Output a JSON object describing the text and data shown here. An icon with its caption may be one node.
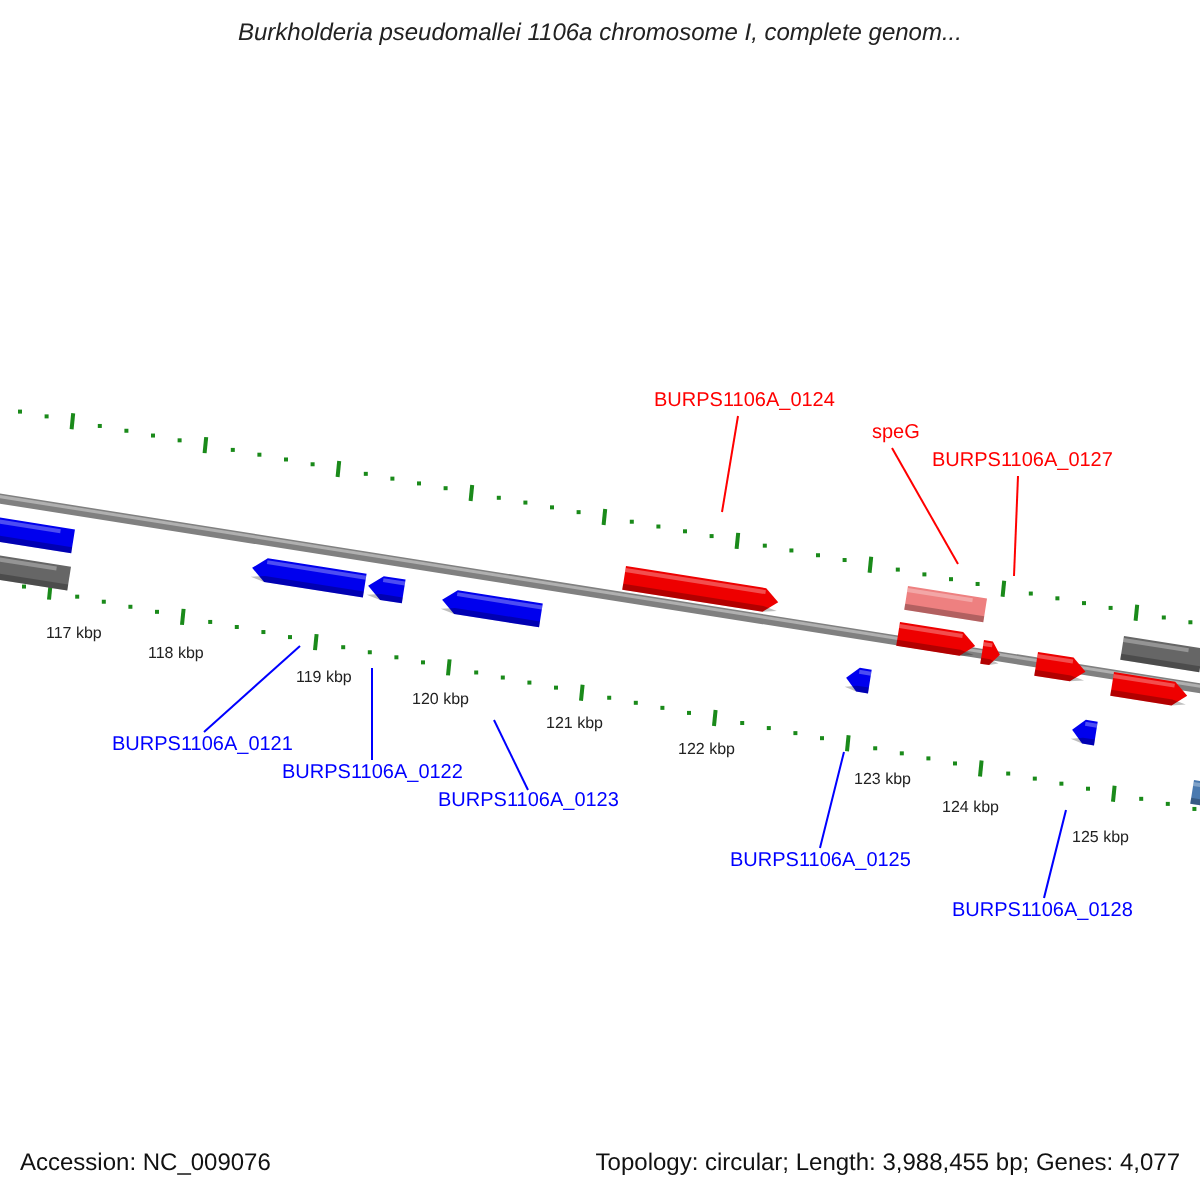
{
  "diagram": {
    "title": "Burkholderia pseudomallei 1106a chromosome I, complete genom...",
    "nodes": [
      {
        "text": [
          "BURPS1106A_0121"
        ]
      },
      {
        "text": [
          "BURPS1106A_0122"
        ]
      },
      {
        "text": [
          "BURPS1106A_0123"
        ]
      },
      {
        "text": [
          "BURPS1106A_0124"
        ]
      },
      {
        "text": [
          "speG"
        ]
      },
      {
        "text": [
          "BURPS1106A_0127"
        ]
      },
      {
        "text": [
          "BURPS1106A_0125"
        ]
      },
      {
        "text": [
          "BURPS1106A_0128"
        ]
      }
    ],
    "edges": [
      {
        "from": 0,
        "to": null,
        "arrow": "none",
        "color": "#0000ff"
      },
      {
        "from": 1,
        "to": null,
        "arrow": "none",
        "color": "#0000ff"
      },
      {
        "from": 2,
        "to": null,
        "arrow": "none",
        "color": "#0000ff"
      },
      {
        "from": 3,
        "to": null,
        "arrow": "none",
        "color": "#ff0000"
      },
      {
        "from": 4,
        "to": null,
        "arrow": "none",
        "color": "#ff0000"
      },
      {
        "from": 5,
        "to": null,
        "arrow": "none",
        "color": "#ff0000"
      },
      {
        "from": 6,
        "to": null,
        "arrow": "none",
        "color": "#0000ff"
      },
      {
        "from": 7,
        "to": null,
        "arrow": "none",
        "color": "#0000ff"
      }
    ],
    "labels": [
      "117 kbp",
      "118 kbp",
      "119 kbp",
      "120 kbp",
      "121 kbp",
      "122 kbp",
      "123 kbp",
      "124 kbp",
      "125 kbp",
      "Accession: NC_009076",
      "Topology: circular; Length: 3,988,455 bp; Genes: 4,077"
    ]
  }
}
